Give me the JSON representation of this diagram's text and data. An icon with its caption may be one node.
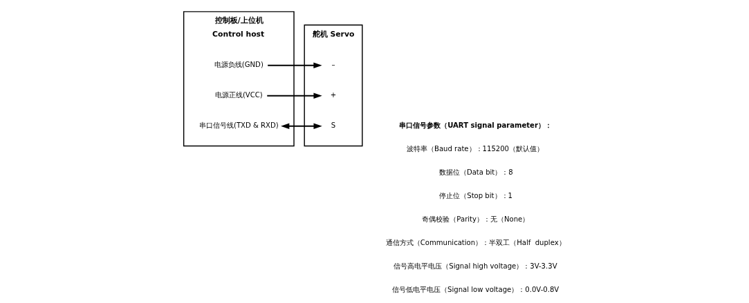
{
  "diagram": {
    "nodes": [
      {
        "text": [
          "控制板/上位机",
          "Control host"
        ]
      },
      {
        "text": [
          "电源负线(GND)"
        ],
        "in": 0
      },
      {
        "text": [
          "电源正线(VCC)"
        ],
        "in": 0
      },
      {
        "text": [
          "串口信号线(TXD & RXD)"
        ],
        "in": 0
      },
      {
        "text": [
          "舵机 Servo"
        ]
      },
      {
        "text": [
          "–"
        ],
        "in": 4
      },
      {
        "text": [
          "+"
        ],
        "in": 4
      },
      {
        "text": [
          "S"
        ],
        "in": 4
      }
    ],
    "edges": [
      {
        "from": 1,
        "to": 5,
        "arrow": "to"
      },
      {
        "from": 2,
        "to": 6,
        "arrow": "to"
      },
      {
        "from": 3,
        "to": 7,
        "arrow": "both"
      }
    ],
    "labels": [
      "串口信号参数（UART signal parameter）：",
      "波特率（Baud rate）：115200（默认值）",
      "数据位（Data bit）：8",
      "停止位（Stop bit）：1",
      "奇偶校验（Parity）：无（None）",
      "通信方式（Communication）：半双工（Half  duplex）",
      "信号高电平电压（Signal high voltage）：3V-3.3V",
      "信号低电平电压（Signal low voltage）：0.0V-0.8V"
    ]
  }
}
